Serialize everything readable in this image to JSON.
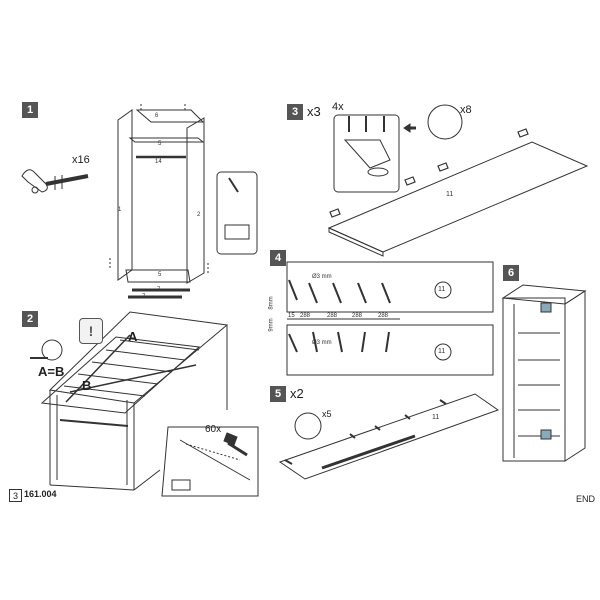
{
  "steps": [
    {
      "num": "1",
      "multiplier": "",
      "screw_count": "x16",
      "part_labels": [
        "6",
        "5",
        "14",
        "1",
        "2",
        "5",
        "7",
        "7"
      ]
    },
    {
      "num": "2",
      "multiplier": "",
      "labels": [
        "A",
        "B",
        "A=B"
      ],
      "nail_count": "60x"
    },
    {
      "num": "3",
      "multiplier": "x3",
      "hinge_count": "4x",
      "screw_count": "x8",
      "part_label": "11"
    },
    {
      "num": "4",
      "multiplier": "",
      "part_label": "11",
      "hole_label": "Ø3 mm",
      "dims": [
        "15",
        "288",
        "288",
        "288",
        "288"
      ],
      "edge_dims": [
        "8mm",
        "9mm"
      ]
    },
    {
      "num": "5",
      "multiplier": "x2",
      "screw_count": "x5",
      "part_label": "11"
    },
    {
      "num": "6",
      "multiplier": ""
    }
  ],
  "footer": {
    "page": "3",
    "code": "161.004",
    "end": "END"
  },
  "icons": [
    "wrench-icon",
    "screw-icon",
    "hammer-icon",
    "tape-measure-icon",
    "warning-icon",
    "cabinet-icon"
  ]
}
